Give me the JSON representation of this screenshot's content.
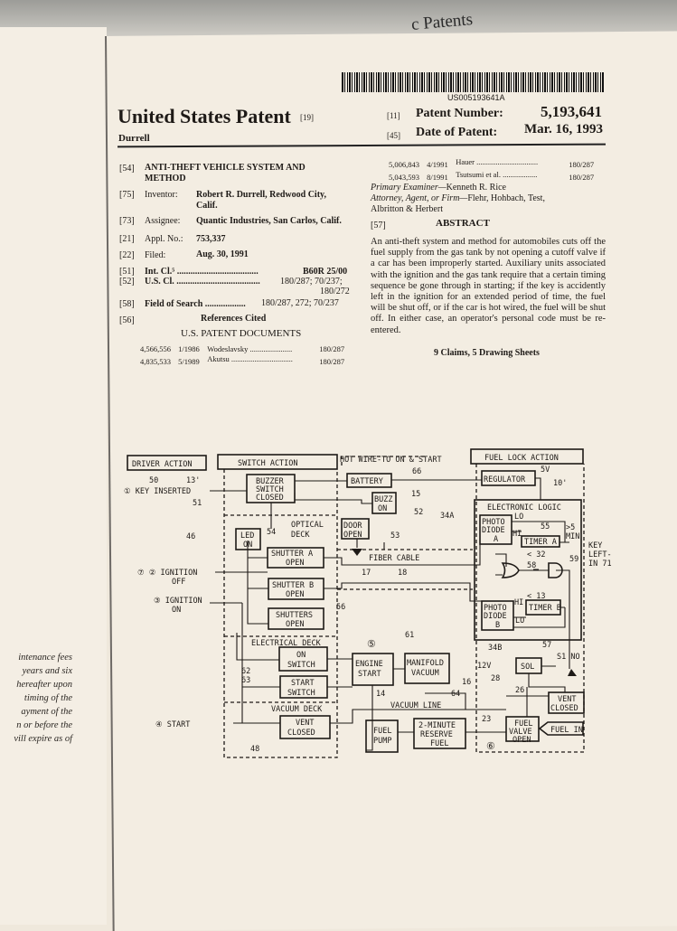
{
  "background_page": {
    "title": "c Patents"
  },
  "margin_note": [
    "intenance fees",
    "years and six",
    "hereafter upon",
    "timing of the",
    "ayment of the",
    "n or before the",
    "vill expire as of"
  ],
  "header": {
    "barcode_text": "US005193641A",
    "title": "United States Patent",
    "title_code": "[19]",
    "inventor_surname": "Durrell",
    "patent_number_code": "[11]",
    "patent_number_label": "Patent Number:",
    "patent_number": "5,193,641",
    "date_code": "[45]",
    "date_label": "Date of Patent:",
    "date": "Mar. 16, 1993"
  },
  "biblio": {
    "title_code": "[54]",
    "title_line1": "ANTI-THEFT VEHICLE SYSTEM AND",
    "title_line2": "METHOD",
    "inventor_code": "[75]",
    "inventor_label": "Inventor:",
    "inventor_line1": "Robert R. Durrell, Redwood City,",
    "inventor_line2": "Calif.",
    "assignee_code": "[73]",
    "assignee_label": "Assignee:",
    "assignee": "Quantic Industries, San Carlos, Calif.",
    "appl_code": "[21]",
    "appl_label": "Appl. No.:",
    "appl_no": "753,337",
    "filed_code": "[22]",
    "filed_label": "Filed:",
    "filed": "Aug. 30, 1991",
    "intcl_code": "[51]",
    "intcl_label": "Int. Cl.⁵ ....................................",
    "intcl": "B60R 25/00",
    "uscl_code": "[52]",
    "uscl_label": "U.S. Cl. .....................................",
    "uscl_line1": "180/287; 70/237;",
    "uscl_line2": "180/272",
    "search_code": "[58]",
    "search_label": "Field of Search ..................",
    "search": "180/287, 272; 70/237",
    "refs_code": "[56]",
    "refs_title": "References Cited",
    "refs_subtitle": "U.S. PATENT DOCUMENTS",
    "references": [
      {
        "number": "4,566,556",
        "date": "1/1986",
        "name": "Wodeslavsky ......................",
        "class": "180/287"
      },
      {
        "number": "4,835,533",
        "date": "5/1989",
        "name": "Akutsu ................................",
        "class": "180/287"
      },
      {
        "number": "5,006,843",
        "date": "4/1991",
        "name": "Hauer ................................",
        "class": "180/287"
      },
      {
        "number": "5,043,593",
        "date": "8/1991",
        "name": "Tsutsumi et al. ..................",
        "class": "180/287"
      }
    ],
    "examiner_label": "Primary Examiner—",
    "examiner": "Kenneth R. Rice",
    "attorney_label": "Attorney, Agent, or Firm—",
    "attorney_line1": "Flehr, Hohbach, Test,",
    "attorney_line2": "Albritton & Herbert",
    "abstract_code": "[57]",
    "abstract_title": "ABSTRACT",
    "abstract": "An anti-theft system and method for automobiles cuts off the fuel supply from the gas tank by not opening a cutoff valve if a car has been improperly started. Auxiliary units associated with the ignition and the gas tank require that a certain timing sequence be gone through in starting; if the key is accidently left in the ignition for an extended period of time, the fuel will be shut off, or if the car is hot wired, the fuel will be shut off. In either case, an operator's personal code must be re-entered.",
    "claims": "9 Claims, 5 Drawing Sheets"
  },
  "diagram": {
    "headers": {
      "driver": "DRIVER ACTION",
      "switch": "SWITCH ACTION",
      "fuel": "FUEL LOCK ACTION",
      "hotwire": "HOT WIRE-TO ON & START"
    },
    "inputs": {
      "key": "① KEY INSERTED",
      "ign_off_1": "⑦ ② IGNITION",
      "ign_off_2": "OFF",
      "ign_on_1": "③ IGNITION",
      "ign_on_2": "ON",
      "start": "④ START"
    },
    "boxes": {
      "buzzer_1": "BUZZER",
      "buzzer_2": "SWITCH",
      "buzzer_3": "CLOSED",
      "led_1": "LED",
      "led_2": "ON",
      "shA_1": "SHUTTER A",
      "shA_2": "OPEN",
      "shB_1": "SHUTTER B",
      "shB_2": "OPEN",
      "shs_1": "SHUTTERS",
      "shs_2": "OPEN",
      "on_1": "ON",
      "on_2": "SWITCH",
      "st_1": "START",
      "st_2": "SWITCH",
      "vent_1": "VENT",
      "vent_2": "CLOSED",
      "battery": "BATTERY",
      "buzz_1": "BUZZ",
      "buzz_2": "ON",
      "door_1": "DOOR",
      "door_2": "OPEN",
      "regulator": "REGULATOR",
      "pdA_1": "PHOTO",
      "pdA_2": "DIODE",
      "pdA_3": "A",
      "timerA": "TIMER A",
      "pdB_1": "PHOTO",
      "pdB_2": "DIODE",
      "pdB_3": "B",
      "timerB": "TIMER B",
      "engine_1": "ENGINE",
      "engine_2": "START",
      "manifold_1": "MANIFOLD",
      "manifold_2": "VACUUM",
      "sol": "SOL",
      "vent2_1": "VENT",
      "vent2_2": "CLOSED",
      "fuelvalve_1": "FUEL",
      "fuelvalve_2": "VALVE",
      "fuelvalve_3": "OPEN",
      "fuelin": "FUEL IN",
      "pump_1": "FUEL",
      "pump_2": "PUMP",
      "reserve_1": "2-MINUTE",
      "reserve_2": "RESERVE",
      "reserve_3": "FUEL"
    },
    "labels": {
      "optical_1": "OPTICAL",
      "optical_2": "DECK",
      "electrical": "ELECTRICAL DECK",
      "vacuum_deck": "VACUUM DECK",
      "fiber": "FIBER CABLE",
      "logic": "ELECTRONIC  LOGIC",
      "vacuum_line": "VACUUM LINE",
      "lo1": "LO",
      "hi1": "HI",
      "hi2": "HI",
      "lo2": "LO",
      "min_1": ">5",
      "min_2": "MIN",
      "keyleft_1": "KEY",
      "keyleft_2": "LEFT-",
      "keyleft_3": "IN 71",
      "v5": "5V",
      "v12": "12V",
      "s1no": "S1 NO",
      "step5": "⑤",
      "step6": "⑥",
      "lt32": "< 32",
      "lt13": "< 13"
    },
    "refs": {
      "r50": "50",
      "r13p": "13'",
      "r51": "51",
      "r46": "46",
      "r54": "54",
      "r56": "56",
      "r62": "62",
      "r63": "63",
      "r48": "48",
      "r66": "66",
      "r15": "15",
      "r52": "52",
      "r53": "53",
      "r17": "17",
      "r18": "18",
      "r10p": "10'",
      "r34A": "34A",
      "r55": "55",
      "r58": "58",
      "r59": "59",
      "r34B": "34B",
      "r57": "57",
      "r61": "61",
      "r16": "16",
      "r64": "64",
      "r14": "14",
      "r28": "28",
      "r26": "26",
      "r23": "23"
    }
  }
}
